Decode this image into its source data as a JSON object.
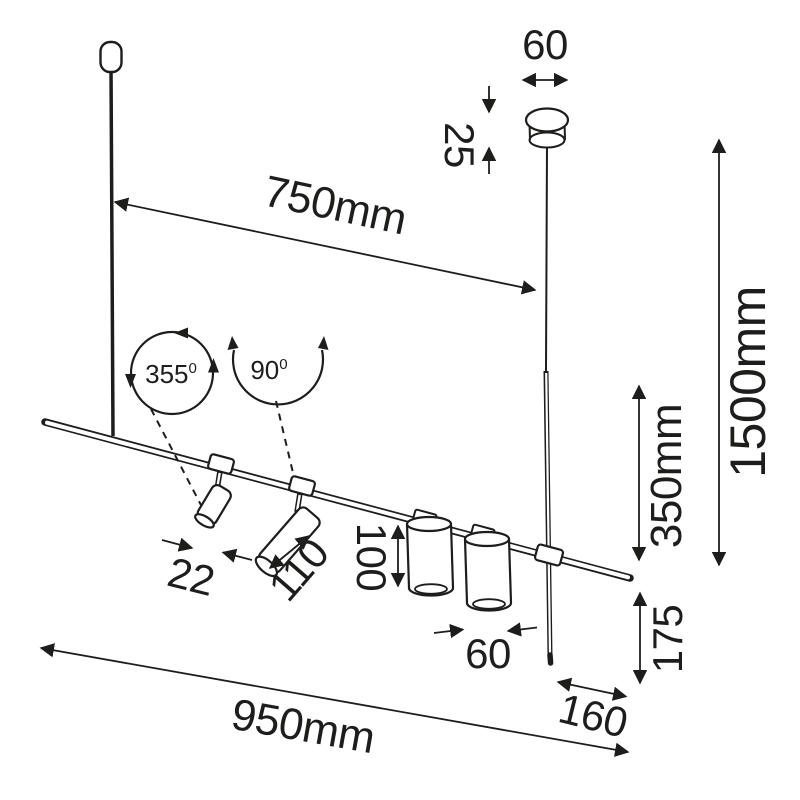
{
  "drawing": {
    "type": "technical-dimension-drawing",
    "subject": "linear pendant track light with adjustable spots"
  },
  "dimensions": {
    "canopy_diameter": "60",
    "canopy_height": "25",
    "suspension_spacing": "750mm",
    "total_height": "1500mm",
    "rod_above_bar": "350mm",
    "rod_below_bar": "175",
    "bar_end_offset": "160",
    "bar_length": "950mm",
    "small_spot_diameter": "22",
    "long_spot_length": "110",
    "cylinder_height": "100",
    "cylinder_diameter": "60"
  },
  "rotation_angles": {
    "spot_swivel": {
      "value": "355",
      "sup": "0"
    },
    "spot_tilt": {
      "value": "90",
      "sup": "0"
    }
  },
  "colors": {
    "ink": "#1d1d1b",
    "background": "#ffffff"
  }
}
